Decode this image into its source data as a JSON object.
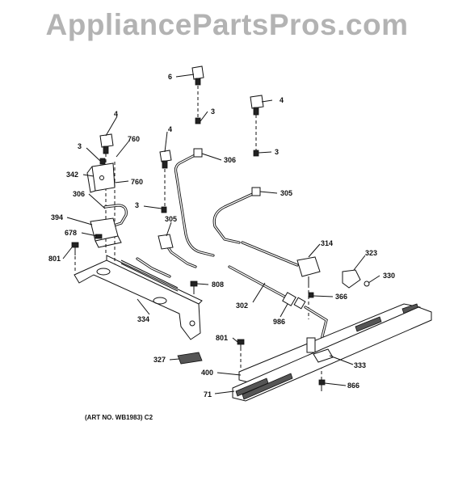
{
  "watermark": "AppliancePartsPros.com",
  "art_number": "(ART NO. WB1983) C2",
  "labels": {
    "l6": "6",
    "l4a": "4",
    "l4b": "4",
    "l4c": "4",
    "l3a": "3",
    "l3b": "3",
    "l3c": "3",
    "l3d": "3",
    "l760a": "760",
    "l760b": "760",
    "l342": "342",
    "l306a": "306",
    "l306b": "306",
    "l305a": "305",
    "l305b": "305",
    "l394": "394",
    "l678": "678",
    "l801a": "801",
    "l801b": "801",
    "l314": "314",
    "l323": "323",
    "l330": "330",
    "l808": "808",
    "l302": "302",
    "l366": "366",
    "l986": "986",
    "l334": "334",
    "l327": "327",
    "l333": "333",
    "l400": "400",
    "l866": "866",
    "l71": "71"
  }
}
